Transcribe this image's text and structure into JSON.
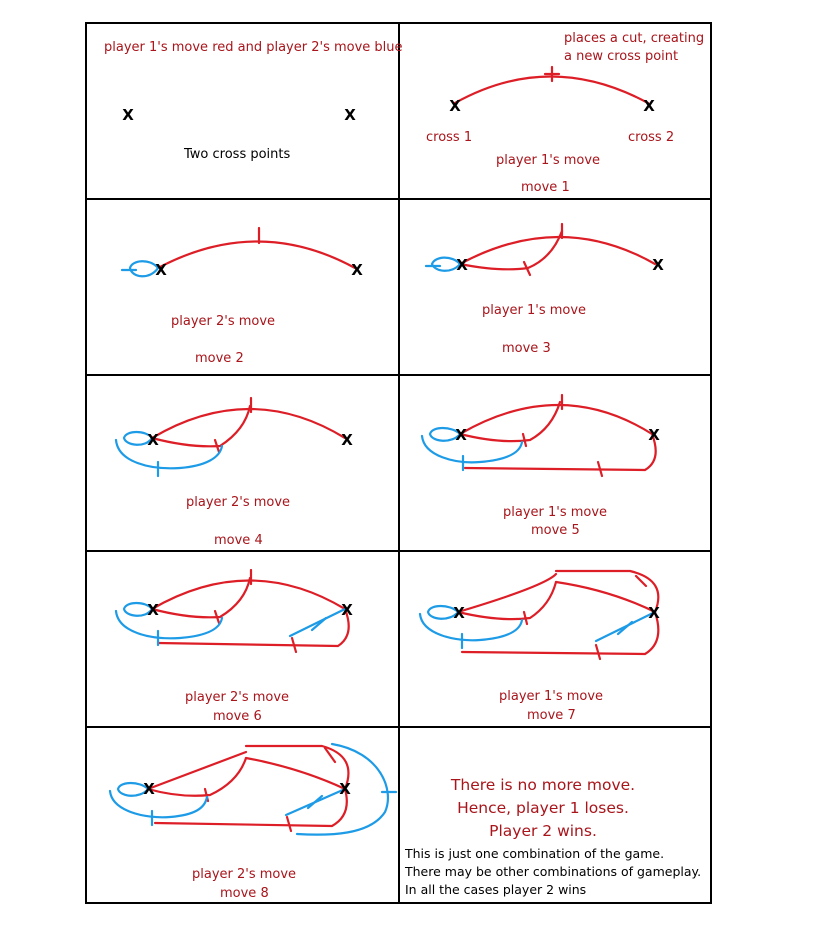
{
  "colors": {
    "red": "#dd1e27",
    "blue": "#1d9be6",
    "text_red": "#a8151b",
    "black": "#000000"
  },
  "cross_mark": "X",
  "panel1": {
    "legend": "player 1's move red and player 2's move blue",
    "caption": "Two cross points"
  },
  "panel2": {
    "note_line1": "places a cut, creating",
    "note_line2": "a new cross point",
    "cross1_label": "cross 1",
    "cross2_label": "cross 2",
    "player": "player 1's move",
    "move": "move 1"
  },
  "panel3": {
    "player": "player 2's move",
    "move": "move 2"
  },
  "panel4": {
    "player": "player 1's move",
    "move": "move 3"
  },
  "panel5": {
    "player": "player 2's move",
    "move": "move 4"
  },
  "panel6": {
    "player": "player 1's move",
    "move": "move 5"
  },
  "panel7": {
    "player": "player 2's move",
    "move": "move 6"
  },
  "panel8": {
    "player": "player 1's move",
    "move": "move 7"
  },
  "panel9": {
    "player": "player 2's move",
    "move": "move 8"
  },
  "panel10": {
    "line1": "There is no more move.",
    "line2": "Hence, player 1 loses.",
    "line3": "Player 2 wins.",
    "note1": "This is just one combination of the game.",
    "note2": "There may be other combinations of gameplay.",
    "note3": "In all the cases player 2 wins"
  }
}
